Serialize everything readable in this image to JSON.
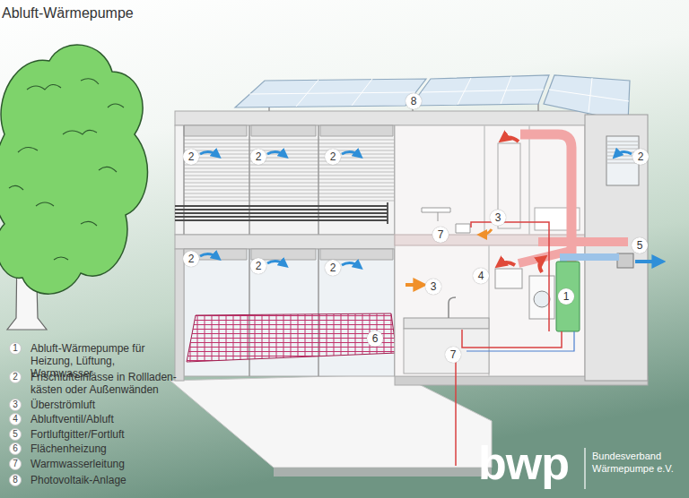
{
  "diagram": {
    "title": "Abluft-Wärmepumpe",
    "labels": [
      "8",
      "2",
      "2",
      "2",
      "2",
      "3",
      "7",
      "5",
      "4",
      "2",
      "2",
      "2",
      "3",
      "1",
      "6",
      "7",
      "1",
      "2",
      "3",
      "4",
      "5",
      "6",
      "7",
      "8",
      "bwp",
      "Bundesverband Wärmepumpe e.V."
    ],
    "legend": [
      {
        "text": "Abluft-Wärmepumpe für Heizung, Lüftung, Warmwasser"
      },
      {
        "text": "Frischlufteinlässe in Rollladen- kästen oder Außenwänden"
      },
      {
        "text": "Überströmluft"
      },
      {
        "text": "Abluftventil/Abluft"
      },
      {
        "text": "Fortluftgitter/Fortluft"
      },
      {
        "text": "Flächenheizung"
      },
      {
        "text": "Warmwasserleitung"
      },
      {
        "text": "Photovoltaik-Anlage"
      }
    ]
  }
}
